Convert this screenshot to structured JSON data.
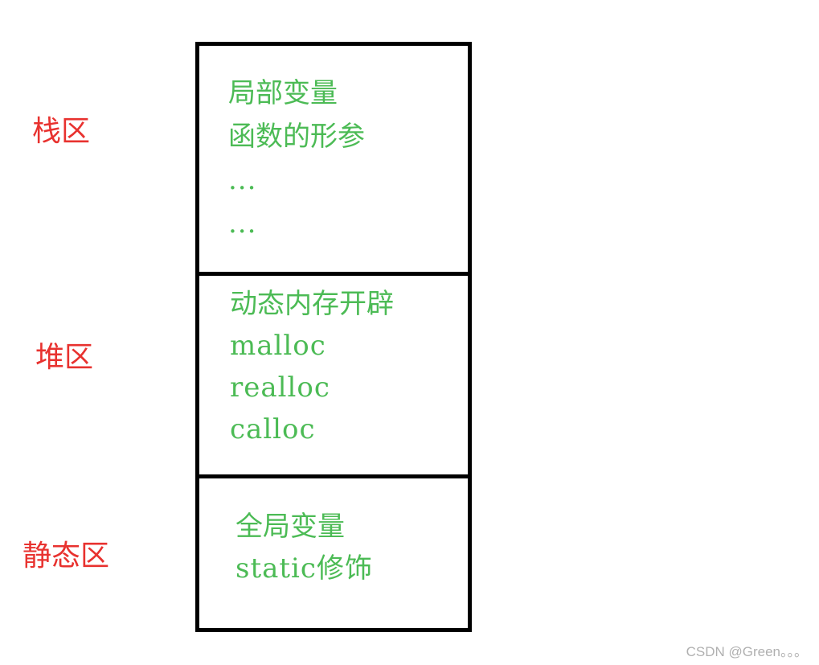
{
  "colors": {
    "label_red": "#e8322f",
    "content_green": "#4cbb55",
    "border_black": "#000000",
    "watermark_gray": "#b0b0b0"
  },
  "regions": {
    "stack": {
      "label": "栈区",
      "lines": [
        "局部变量",
        "函数的形参",
        "...",
        "..."
      ]
    },
    "heap": {
      "label": "堆区",
      "lines": [
        "动态内存开辟",
        "malloc",
        "realloc",
        "calloc"
      ]
    },
    "static": {
      "label": "静态区",
      "lines": [
        "全局变量",
        "static修饰"
      ]
    }
  },
  "watermark": "CSDN @Green。。。"
}
